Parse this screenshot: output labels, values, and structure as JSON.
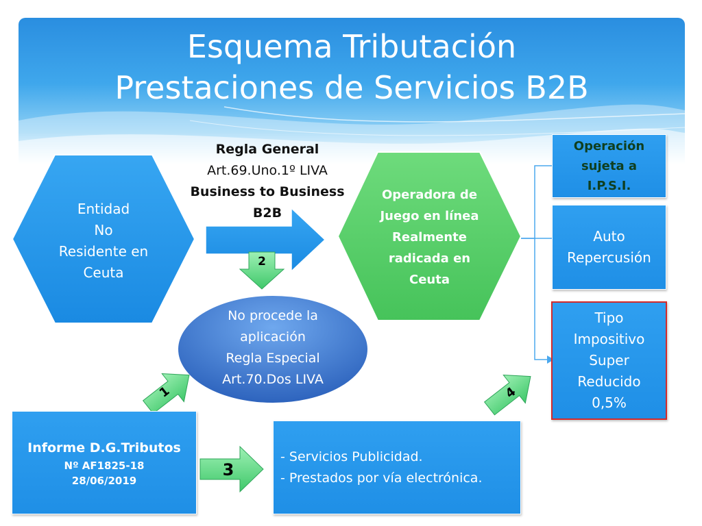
{
  "title": {
    "line1": "Esquema Tributación",
    "line2": "Prestaciones de Servicios B2B"
  },
  "entidad": {
    "l1": "Entidad",
    "l2": "No",
    "l3": "Residente en",
    "l4": "Ceuta"
  },
  "regla_general": {
    "l1": "Regla General",
    "l2": "Art.69.Uno.1º LIVA",
    "l3": "Business to Business",
    "l4": "B2B"
  },
  "operadora": {
    "l1": "Operadora de",
    "l2": "Juego en línea",
    "l3": "Realmente",
    "l4": "radicada en",
    "l5": "Ceuta"
  },
  "operacion": {
    "l1": "Operación",
    "l2": "sujeta a",
    "l3": "I.P.S.I."
  },
  "auto": {
    "l1": "Auto",
    "l2": "Repercusión"
  },
  "tipo": {
    "l1": "Tipo",
    "l2": "Impositivo",
    "l3": "Super",
    "l4": "Reducido",
    "l5": "0,5%"
  },
  "no_procede": {
    "l1": "No procede la",
    "l2": "aplicación",
    "l3": "Regla Especial",
    "l4": "Art.70.Dos LIVA"
  },
  "informe": {
    "l1": "Informe D.G.Tributos",
    "l2": "Nº AF1825-18",
    "l3": "28/06/2019"
  },
  "servicios": {
    "l1": "-  Servicios Publicidad.",
    "l2": "-  Prestados por vía electrónica."
  },
  "steps": {
    "s1": "1",
    "s2": "2",
    "s3": "3",
    "s4": "4"
  },
  "colors": {
    "blue_box": "#2196f0",
    "green_hex": "#5bd06b",
    "red_border": "#d42a2a",
    "title_text": "#ffffff",
    "step_arrow": "#66dd88"
  }
}
